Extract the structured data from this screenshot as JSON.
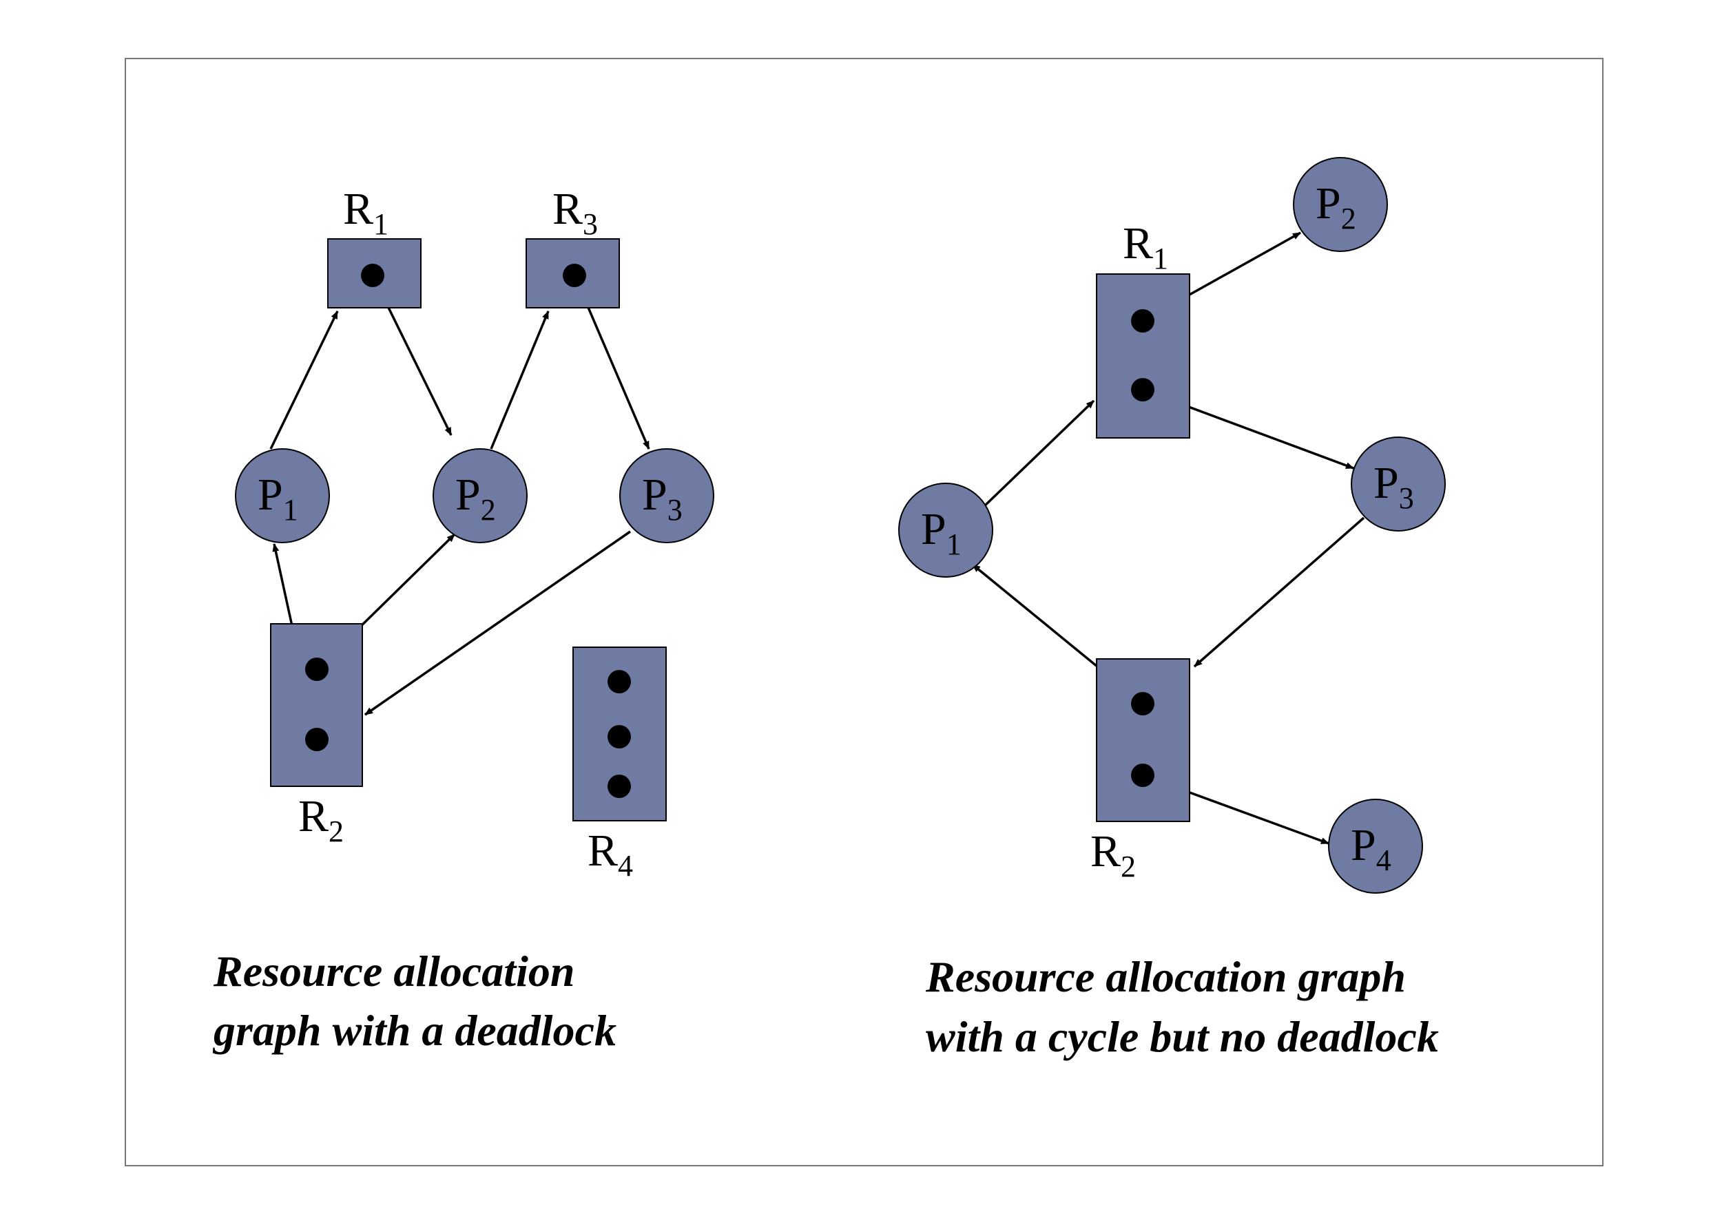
{
  "colors": {
    "node_fill": "#6f7ba3",
    "node_stroke": "#000000",
    "edge": "#000000",
    "dot": "#000000",
    "frame": "#777777"
  },
  "left_graph": {
    "caption_line1": "Resource allocation",
    "caption_line2": "graph with a deadlock",
    "processes": [
      {
        "id": "P1",
        "letter": "P",
        "sub": "1"
      },
      {
        "id": "P2",
        "letter": "P",
        "sub": "2"
      },
      {
        "id": "P3",
        "letter": "P",
        "sub": "3"
      }
    ],
    "resources": [
      {
        "id": "R1",
        "letter": "R",
        "sub": "1",
        "instances": 1
      },
      {
        "id": "R3",
        "letter": "R",
        "sub": "3",
        "instances": 1
      },
      {
        "id": "R2",
        "letter": "R",
        "sub": "2",
        "instances": 2
      },
      {
        "id": "R4",
        "letter": "R",
        "sub": "4",
        "instances": 3
      }
    ],
    "edges": [
      {
        "from": "P1",
        "to": "R1",
        "kind": "request"
      },
      {
        "from": "R1",
        "to": "P2",
        "kind": "assignment"
      },
      {
        "from": "P2",
        "to": "R3",
        "kind": "request"
      },
      {
        "from": "R3",
        "to": "P3",
        "kind": "assignment"
      },
      {
        "from": "P3",
        "to": "R2",
        "kind": "request"
      },
      {
        "from": "R2",
        "to": "P2",
        "kind": "assignment"
      },
      {
        "from": "R2",
        "to": "P1",
        "kind": "assignment"
      }
    ]
  },
  "right_graph": {
    "caption_line1": "Resource allocation graph",
    "caption_line2": "with a cycle but no deadlock",
    "processes": [
      {
        "id": "P1",
        "letter": "P",
        "sub": "1"
      },
      {
        "id": "P2",
        "letter": "P",
        "sub": "2"
      },
      {
        "id": "P3",
        "letter": "P",
        "sub": "3"
      },
      {
        "id": "P4",
        "letter": "P",
        "sub": "4"
      }
    ],
    "resources": [
      {
        "id": "R1",
        "letter": "R",
        "sub": "1",
        "instances": 2
      },
      {
        "id": "R2",
        "letter": "R",
        "sub": "2",
        "instances": 2
      }
    ],
    "edges": [
      {
        "from": "P1",
        "to": "R1",
        "kind": "request"
      },
      {
        "from": "R1",
        "to": "P2",
        "kind": "assignment"
      },
      {
        "from": "R1",
        "to": "P3",
        "kind": "assignment"
      },
      {
        "from": "P3",
        "to": "R2",
        "kind": "request"
      },
      {
        "from": "R2",
        "to": "P1",
        "kind": "assignment"
      },
      {
        "from": "R2",
        "to": "P4",
        "kind": "assignment"
      }
    ]
  }
}
